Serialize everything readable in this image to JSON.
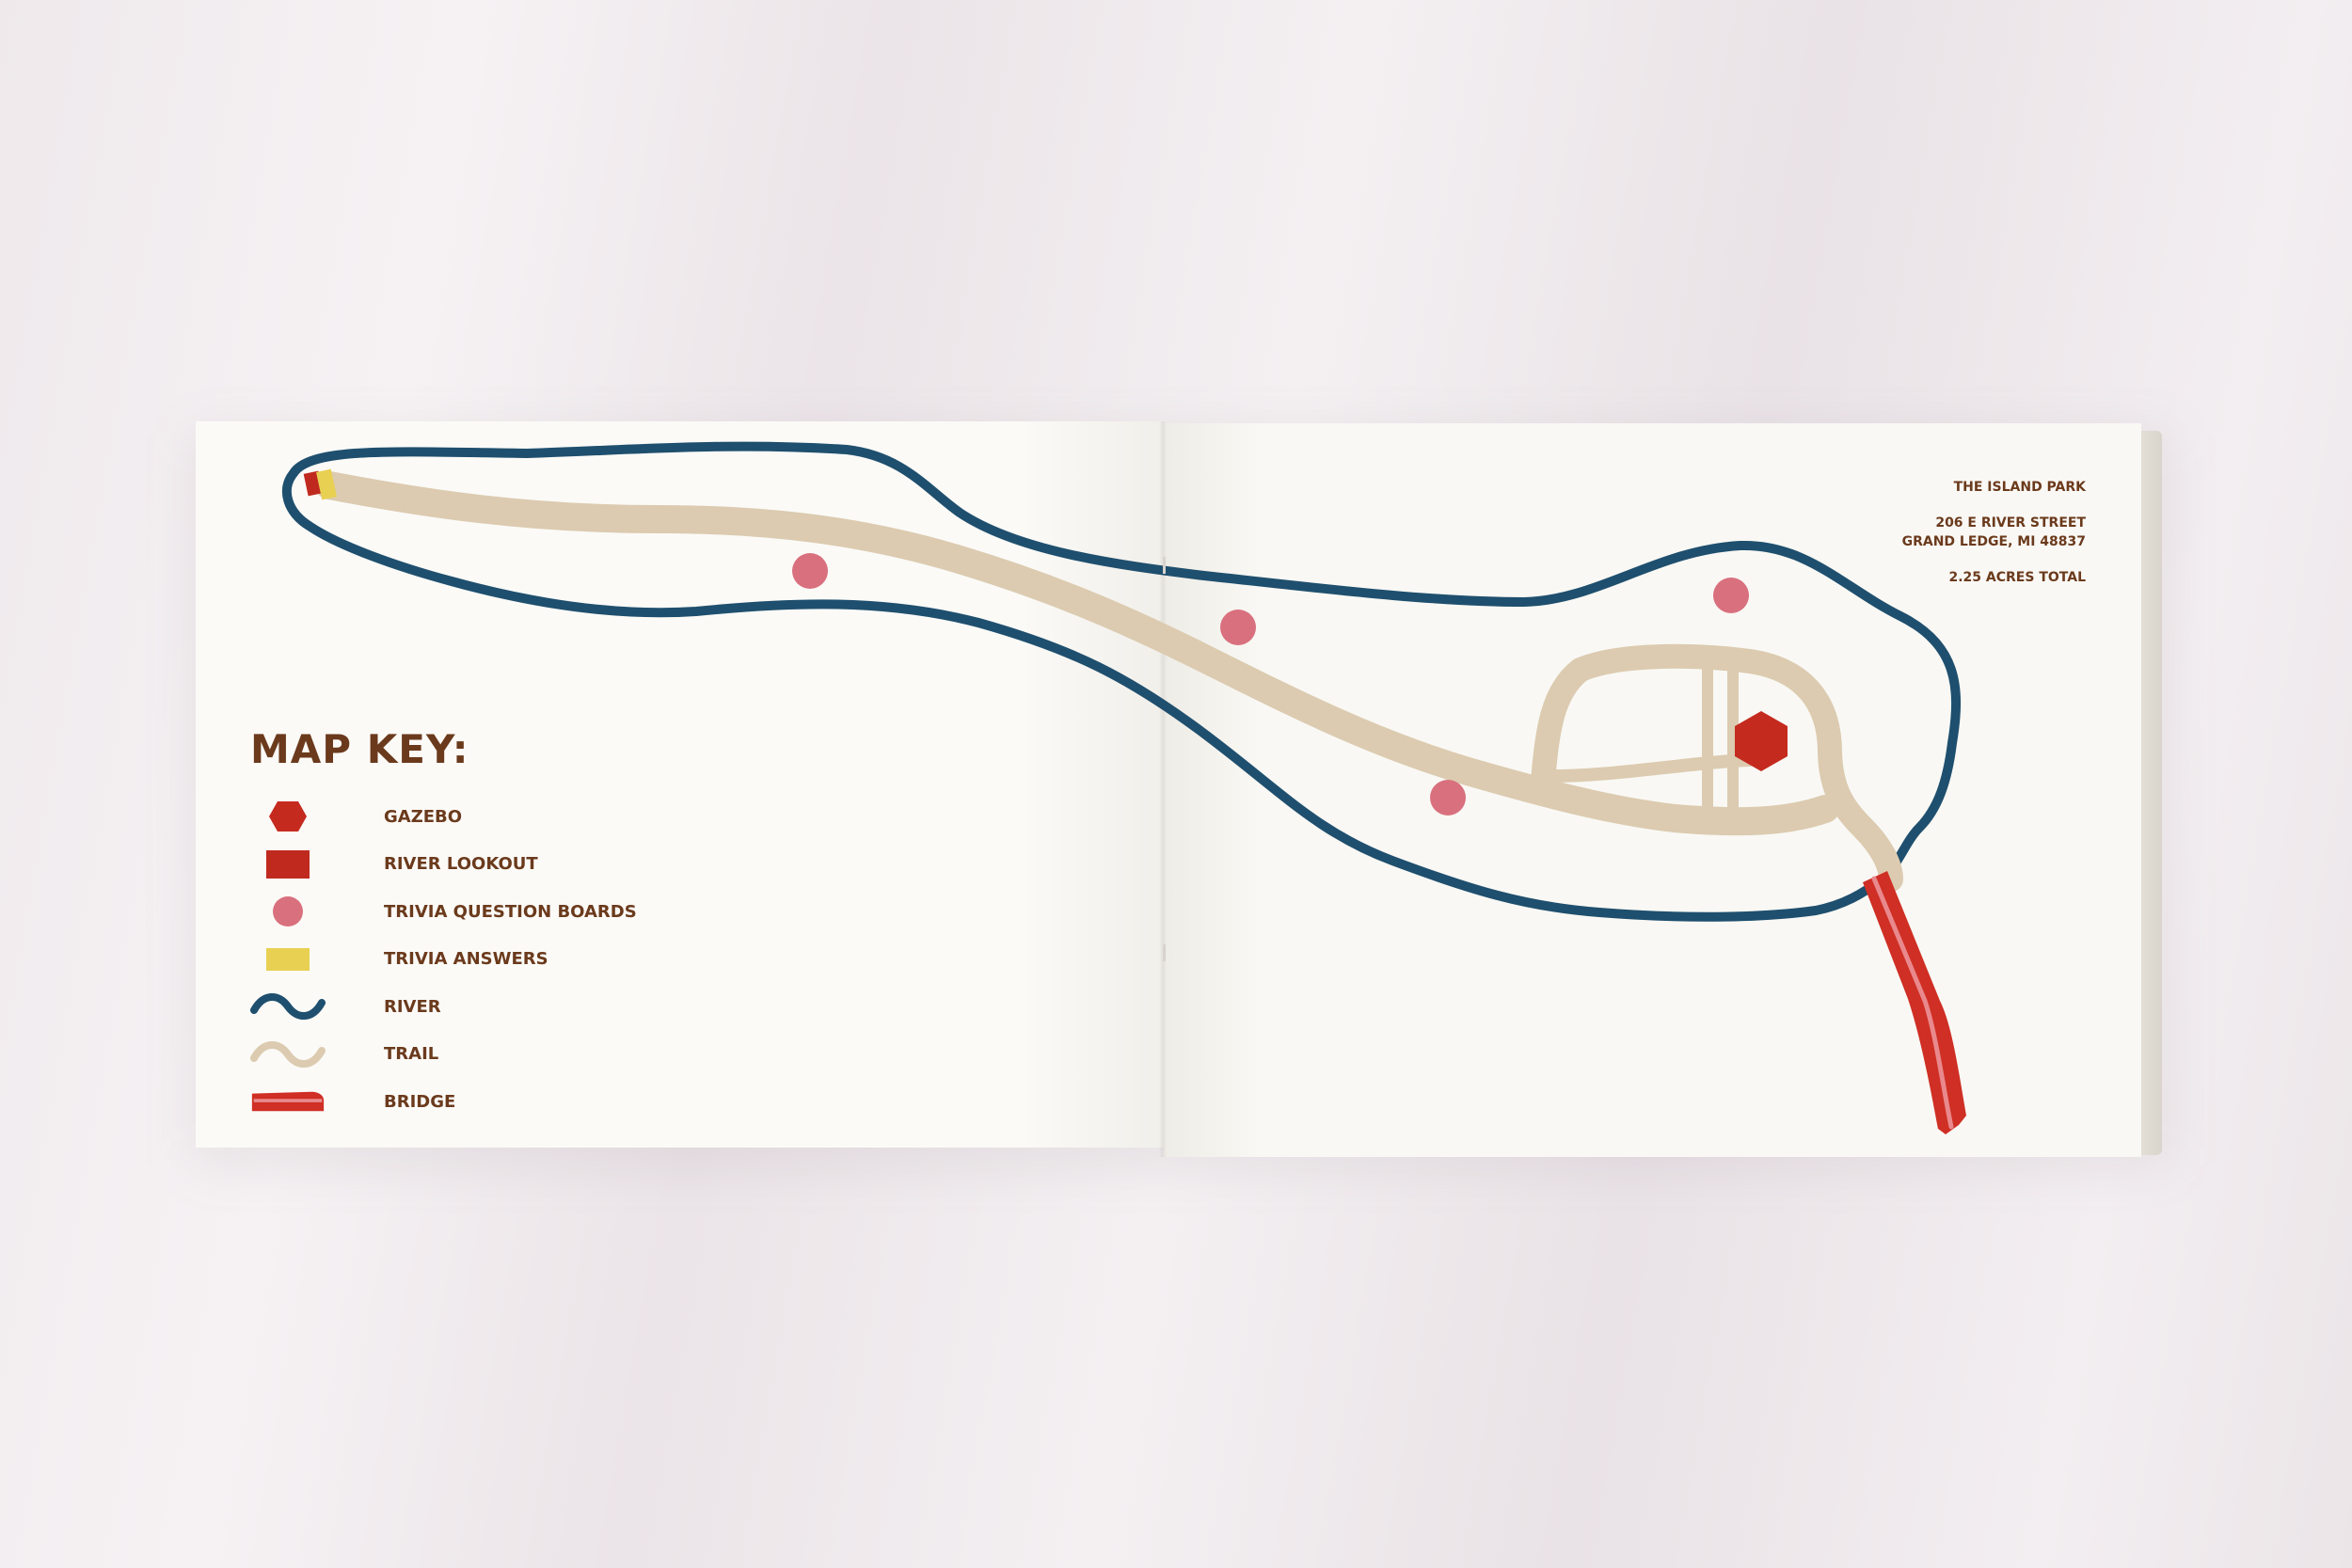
{
  "colors": {
    "river": "#1f4f6e",
    "trail": "#dccbb0",
    "gazebo": "#c52a1f",
    "lookout": "#c02a1e",
    "trivia_boards": "#d9707e",
    "trivia_answers": "#e8d052",
    "bridge": "#cf2f24",
    "bridge_stripe": "#e9898d",
    "text": "#6b3a1c"
  },
  "legend": {
    "title": "MAP KEY:",
    "items": [
      {
        "label": "GAZEBO",
        "icon": "hexagon-icon"
      },
      {
        "label": "RIVER LOOKOUT",
        "icon": "rectangle-icon"
      },
      {
        "label": "TRIVIA QUESTION BOARDS",
        "icon": "circle-icon"
      },
      {
        "label": "TRIVIA ANSWERS",
        "icon": "rectangle-icon"
      },
      {
        "label": "RIVER",
        "icon": "wave-icon"
      },
      {
        "label": "TRAIL",
        "icon": "wave-icon"
      },
      {
        "label": "BRIDGE",
        "icon": "bridge-icon"
      }
    ]
  },
  "park_info": {
    "name": "THE ISLAND PARK",
    "address_line1": "206 E RIVER STREET",
    "address_line2": "GRAND LEDGE, MI 48837",
    "area": "2.25 ACRES TOTAL"
  }
}
